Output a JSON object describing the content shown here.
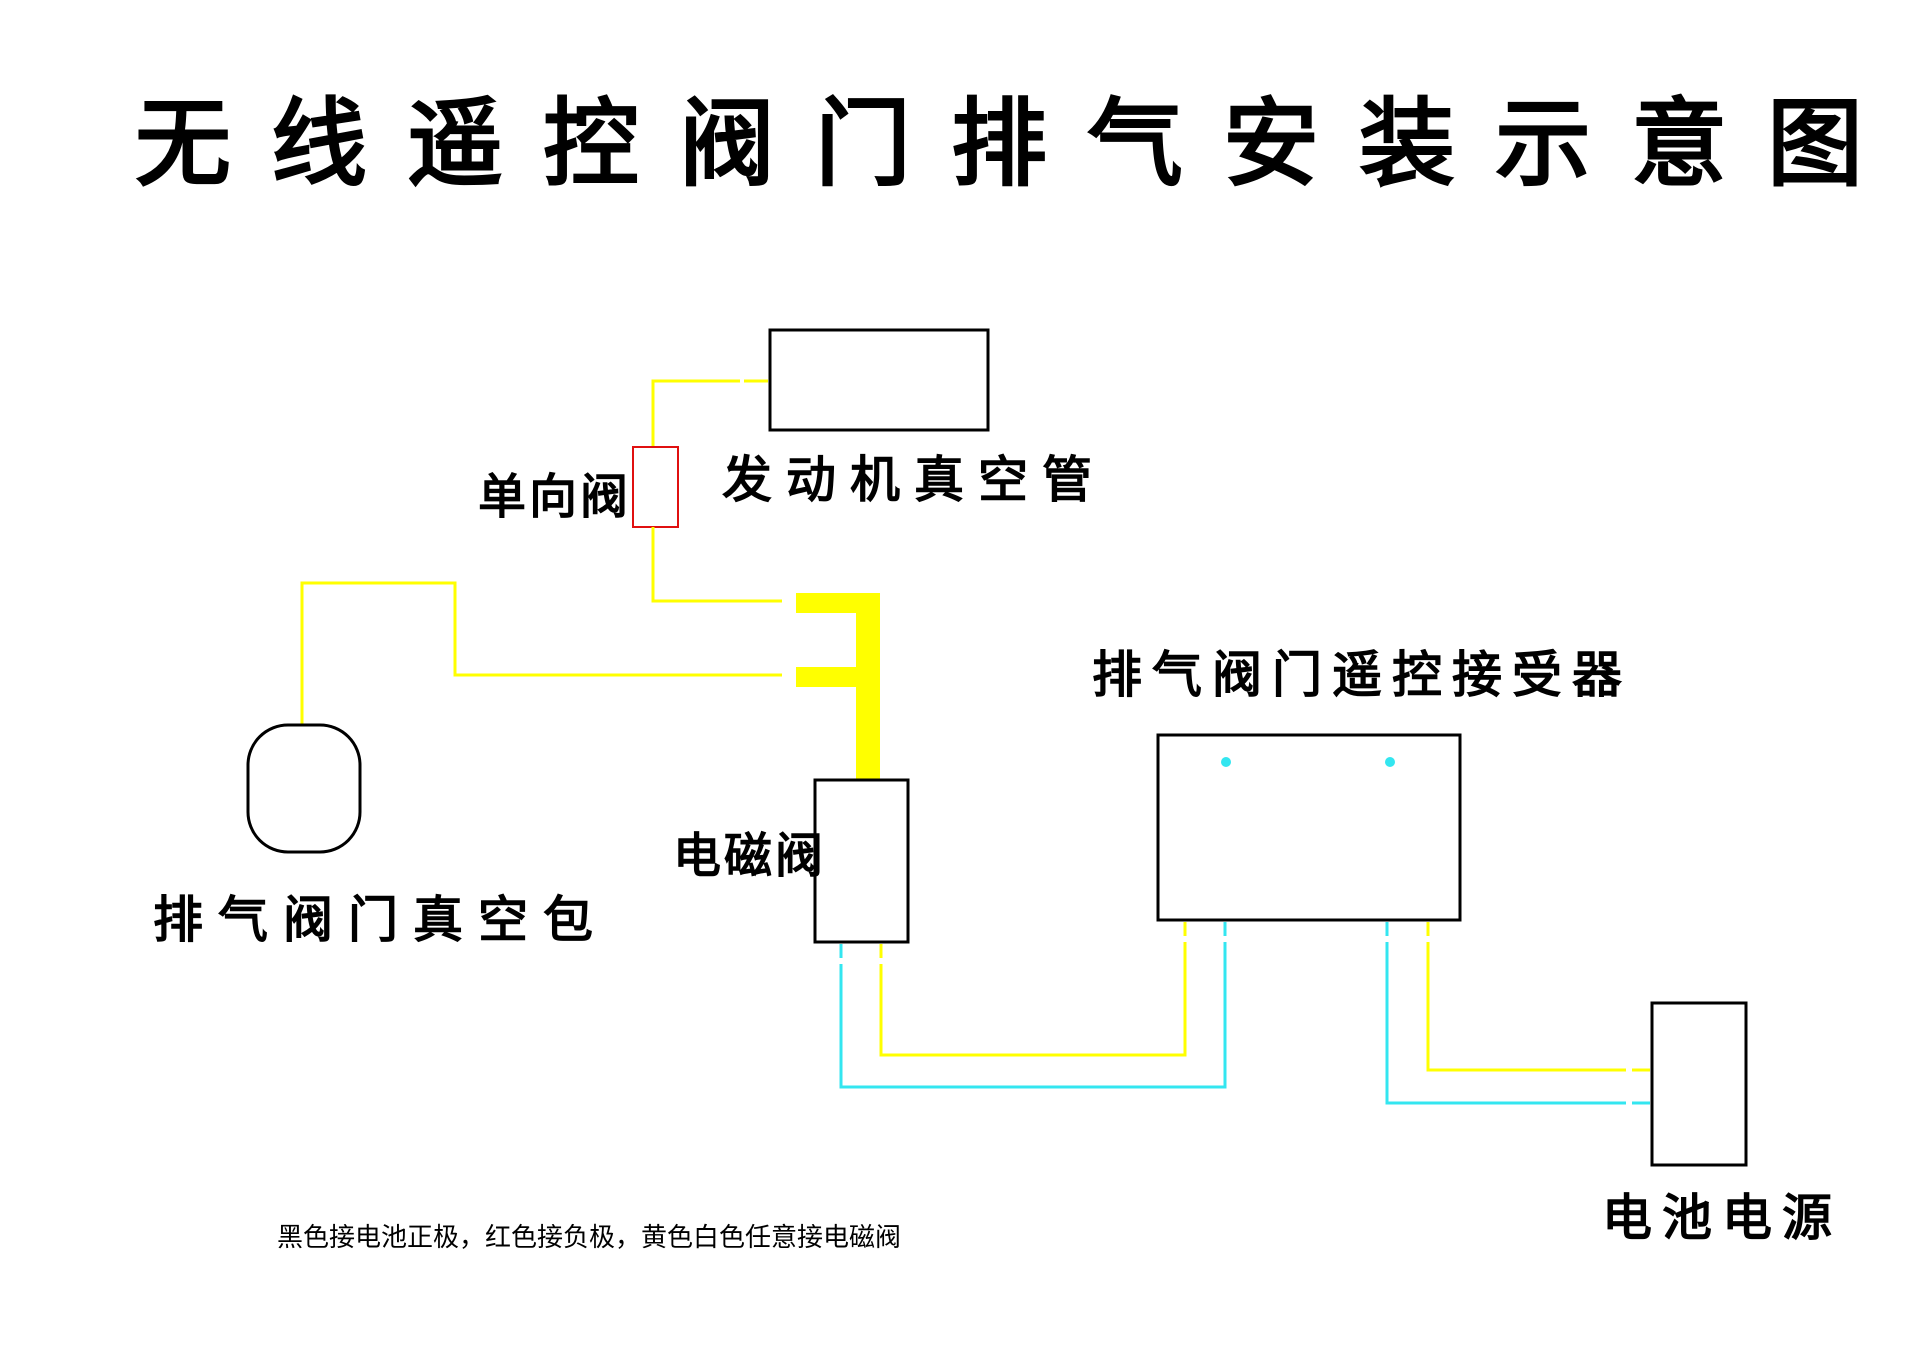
{
  "title": "无线遥控阀门排气安装示意图",
  "labels": {
    "engine_vacuum_pipe": "发动机真空管",
    "check_valve": "单向阀",
    "receiver": "排气阀门遥控接受器",
    "vacuum_bag": "排气阀门真空包",
    "solenoid_valve": "电磁阀",
    "battery": "电池电源"
  },
  "note": "黑色接电池正极，红色接负极，黄色白色任意接电磁阀",
  "colors": {
    "background": "#ffffff",
    "outline": "#000000",
    "yellow_wire": "#ffff00",
    "cyan_wire": "#33e6f0",
    "check_valve": "#e01010",
    "receiver_dots": "#33e6f0"
  }
}
